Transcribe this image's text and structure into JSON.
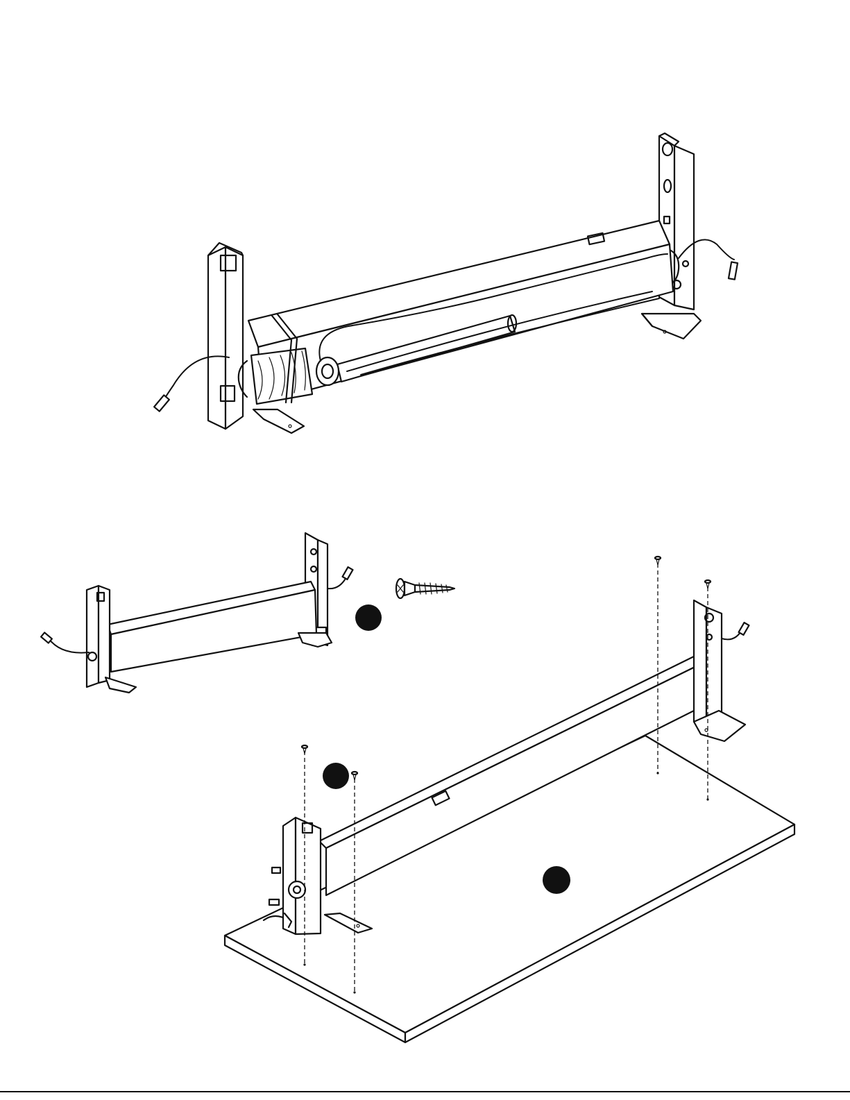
{
  "figures": [
    {
      "id": "frame-packed",
      "description": ""
    },
    {
      "id": "frame-assembled",
      "description": ""
    },
    {
      "id": "frame-on-desktop",
      "description": ""
    }
  ],
  "markers": [
    {
      "id": "marker-a",
      "label": ""
    },
    {
      "id": "marker-b",
      "label": ""
    },
    {
      "id": "marker-c",
      "label": ""
    }
  ],
  "colors": {
    "ink": "#111111",
    "paper": "#ffffff"
  },
  "icons": [
    "screw-icon"
  ]
}
